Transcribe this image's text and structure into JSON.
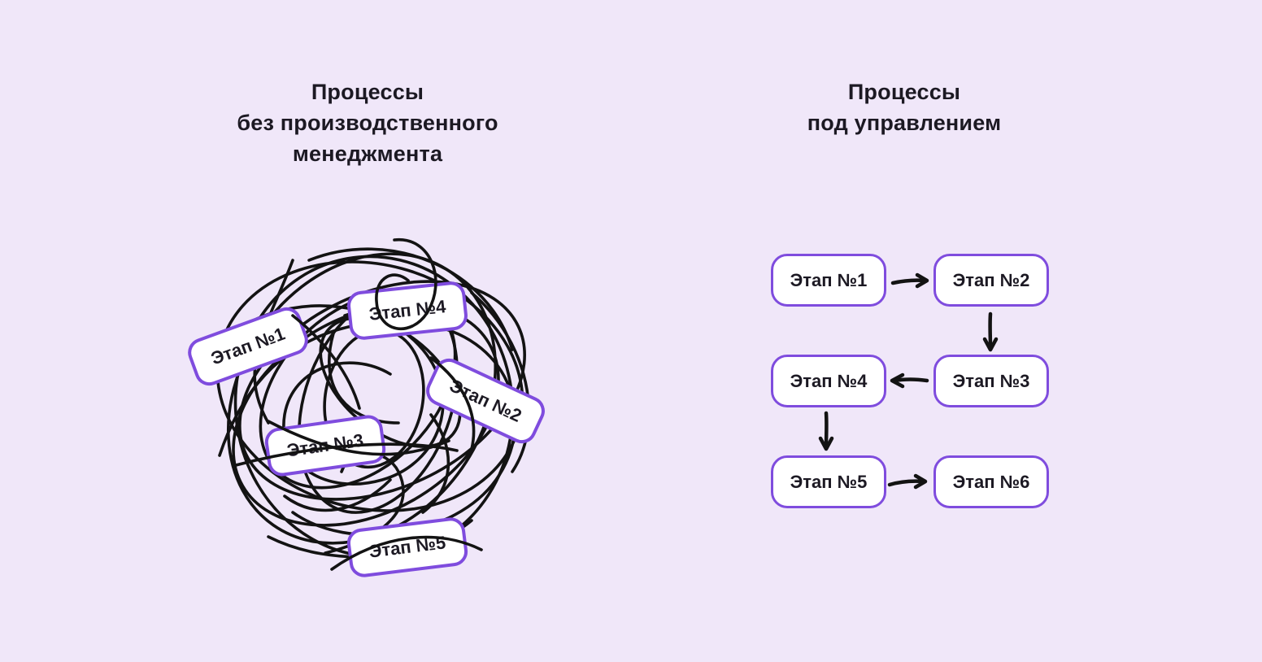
{
  "colors": {
    "background": "#F0E7F9",
    "card_fill": "#FFFFFF",
    "card_border": "#7F4CDE",
    "ink": "#1C1923",
    "scribble": "#131313"
  },
  "chaos_panel": {
    "title_lines": [
      "Процессы",
      "без производственного",
      "менеджмента"
    ],
    "stages": [
      {
        "label": "Этап №1"
      },
      {
        "label": "Этап №4"
      },
      {
        "label": "Этап №2"
      },
      {
        "label": "Этап №3"
      },
      {
        "label": "Этап №5"
      }
    ]
  },
  "managed_panel": {
    "title_lines": [
      "Процессы",
      "под управлением"
    ],
    "stages": [
      {
        "label": "Этап №1"
      },
      {
        "label": "Этап №2"
      },
      {
        "label": "Этап №3"
      },
      {
        "label": "Этап №4"
      },
      {
        "label": "Этап №5"
      },
      {
        "label": "Этап №6"
      }
    ],
    "connections": [
      {
        "from": "Этап №1",
        "to": "Этап №2",
        "direction": "right"
      },
      {
        "from": "Этап №2",
        "to": "Этап №3",
        "direction": "down"
      },
      {
        "from": "Этап №3",
        "to": "Этап №4",
        "direction": "left"
      },
      {
        "from": "Этап №4",
        "to": "Этап №5",
        "direction": "down"
      },
      {
        "from": "Этап №5",
        "to": "Этап №6",
        "direction": "right"
      }
    ]
  }
}
